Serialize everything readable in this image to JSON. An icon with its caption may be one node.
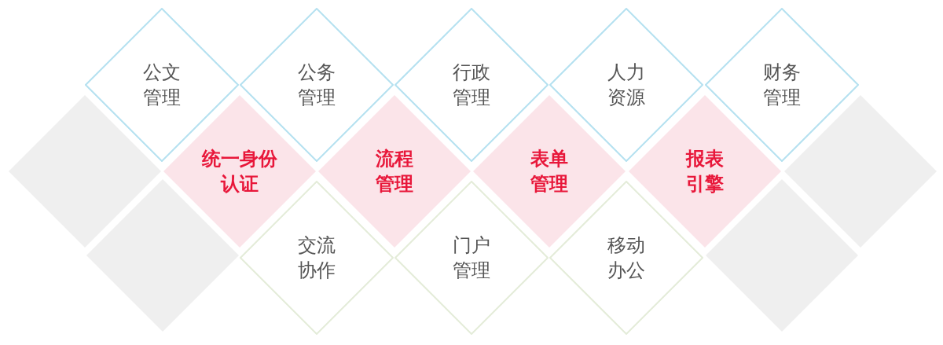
{
  "diagram": {
    "nodes": [
      {
        "text": [
          "公文管理"
        ]
      },
      {
        "text": [
          "公务管理"
        ]
      },
      {
        "text": [
          "行政管理"
        ]
      },
      {
        "text": [
          "人力资源"
        ]
      },
      {
        "text": [
          "财务管理"
        ]
      },
      {
        "text": [
          "统一身份认证"
        ]
      },
      {
        "text": [
          "流程管理"
        ]
      },
      {
        "text": [
          "表单管理"
        ]
      },
      {
        "text": [
          "报表引擎"
        ]
      },
      {
        "text": [
          "交流协作"
        ]
      },
      {
        "text": [
          "门户管理"
        ]
      },
      {
        "text": [
          "移动办公"
        ]
      },
      {
        "text": [],
        "shape": "diamond"
      },
      {
        "text": [],
        "shape": "diamond"
      },
      {
        "text": [],
        "shape": "diamond"
      },
      {
        "text": [],
        "shape": "diamond"
      }
    ]
  }
}
